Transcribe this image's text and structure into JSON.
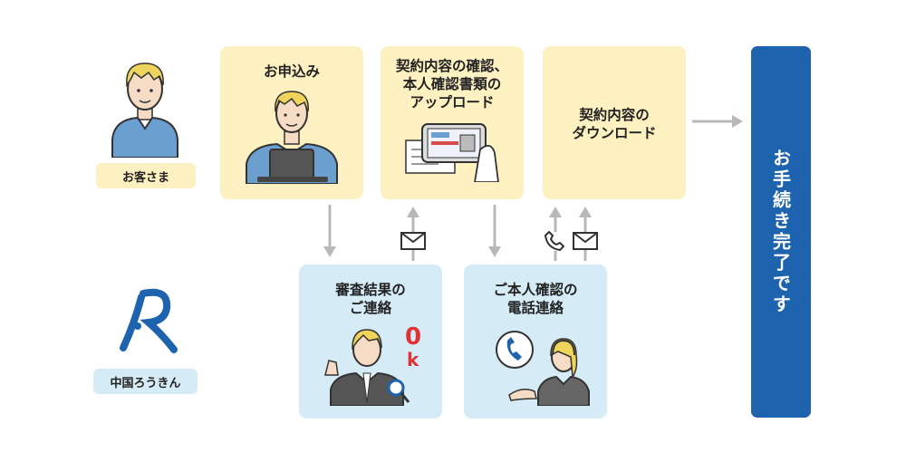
{
  "roles": {
    "customer_label": "お客さま",
    "bank_label": "中国ろうきん"
  },
  "steps": {
    "apply": "お申込み",
    "confirm_upload": "契約内容の確認、\n本人確認書類の\nアップロード",
    "download": "契約内容の\nダウンロード",
    "review_result": "審査結果の\nご連絡",
    "phone_check": "ご本人確認の\n電話連絡"
  },
  "complete_label": "お手続き完了です",
  "icons": {
    "bank_logo": "rokin-r-logo",
    "mail": "mail-icon",
    "phone": "phone-icon",
    "ok": "ok-sign"
  },
  "colors": {
    "customer_box": "#fdf1c2",
    "bank_box": "#d5ebf5",
    "complete": "#1e63ad",
    "arrow": "#b8b8b8",
    "shirt": "#6a9fd0"
  }
}
